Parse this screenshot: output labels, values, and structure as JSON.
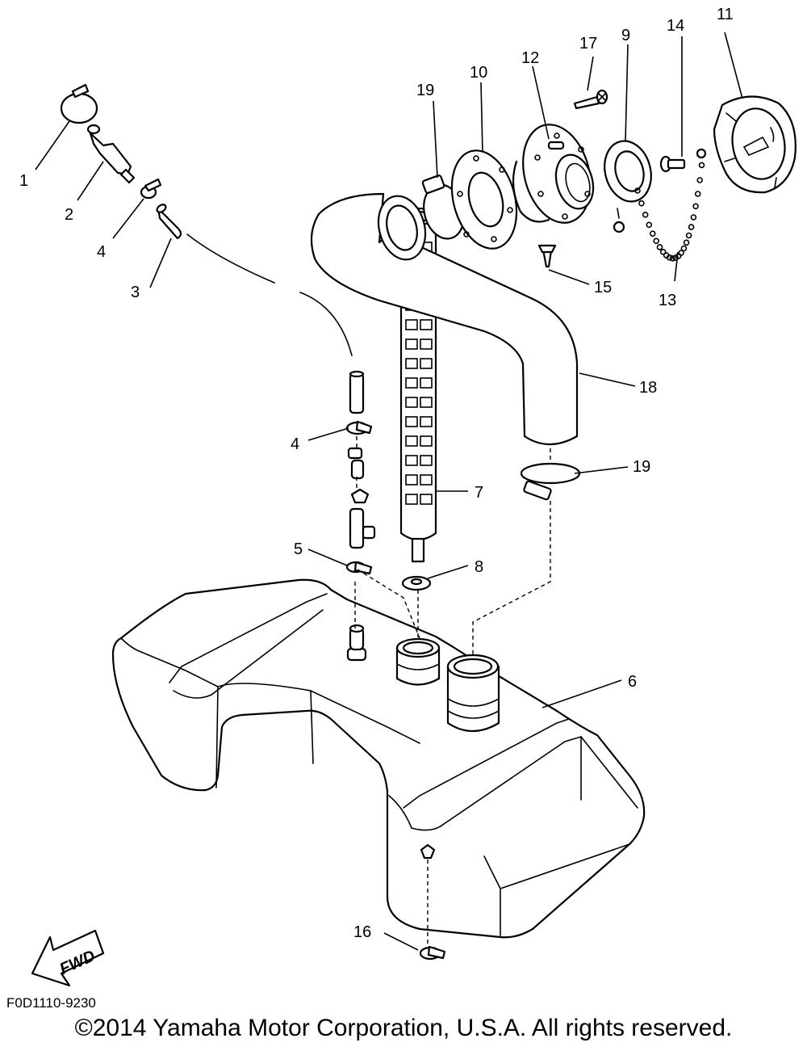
{
  "callouts": [
    {
      "id": "1",
      "text": "1"
    },
    {
      "id": "2",
      "text": "2"
    },
    {
      "id": "3",
      "text": "3"
    },
    {
      "id": "4a",
      "text": "4"
    },
    {
      "id": "4b",
      "text": "4"
    },
    {
      "id": "5",
      "text": "5"
    },
    {
      "id": "6",
      "text": "6"
    },
    {
      "id": "7",
      "text": "7"
    },
    {
      "id": "8",
      "text": "8"
    },
    {
      "id": "9",
      "text": "9"
    },
    {
      "id": "10",
      "text": "10"
    },
    {
      "id": "11",
      "text": "11"
    },
    {
      "id": "12",
      "text": "12"
    },
    {
      "id": "13",
      "text": "13"
    },
    {
      "id": "14",
      "text": "14"
    },
    {
      "id": "15",
      "text": "15"
    },
    {
      "id": "16",
      "text": "16"
    },
    {
      "id": "17",
      "text": "17"
    },
    {
      "id": "18",
      "text": "18"
    },
    {
      "id": "19a",
      "text": "19"
    },
    {
      "id": "19b",
      "text": "19"
    }
  ],
  "fwd_label": "FWD",
  "drawing_code": "F0D1110-9230",
  "copyright": "©2014 Yamaha Motor Corporation, U.S.A. All rights reserved."
}
